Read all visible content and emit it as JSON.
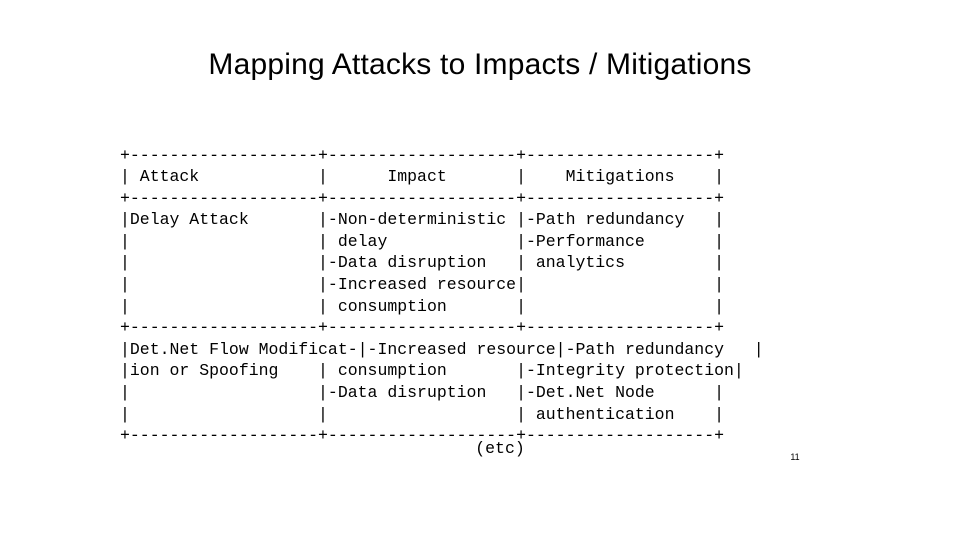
{
  "slide": {
    "title": "Mapping Attacks to Impacts / Mitigations",
    "page_number": "11",
    "etc_label": "(etc)",
    "table_text": "+-------------+-------------+--------------+\n|  Attack     |     Impact  |    Mitigations   |\n+-------------+-------------+--------------+",
    "ascii_table": "+------------+-------------+-------------+\n| Attack             |     Impact     |    Mitigations   |\n+------------+-------------+-------------+",
    "lines": [
      "+-------------+------------+------------+",
      "| Attack            |    Impact        |   Mitigations    |",
      "+-------------+------------+------------+",
      "|Delay Attack       |-Non-deterministic |-Path redundancy  |",
      "|                   | delay             |-Performance      |",
      "|                   |-Data disruption   | analytics        |",
      "|                   |-Increased resource|                  |",
      "|                   | consumption       |                  |",
      "+-------------+------------+------------+",
      "|Det.Net Flow Modificat-|-Increased resource|-Path redundancy  |",
      "|ion or Spoofing    | consumption       |-Integrity protection|",
      "|                   |-Data disruption   |-Det.Net Node     |",
      "|                   |                   | authentication   |",
      "+-------------+------------+------------+"
    ],
    "table": {
      "headers": [
        "Attack",
        "Impact",
        "Mitigations"
      ],
      "rows": [
        {
          "attack": [
            "Delay Attack"
          ],
          "impact": [
            "-Non-deterministic",
            " delay",
            "-Data disruption",
            "-Increased resource",
            " consumption"
          ],
          "mitigations": [
            "-Path redundancy",
            "-Performance",
            " analytics"
          ]
        },
        {
          "attack": [
            "Det.Net Flow Modificat-",
            "ion or Spoofing"
          ],
          "impact": [
            "-Increased resource",
            " consumption",
            "-Data disruption"
          ],
          "mitigations": [
            "-Path redundancy",
            "-Integrity protection",
            "-Det.Net Node",
            " authentication"
          ]
        }
      ]
    },
    "ascii": "+-------------------+-------------------+-------------------+\n| Attack            |      Impact       |    Mitigations    |\n+-------------------+-------------------+-------------------+\n|Delay Attack       |-Non-deterministic |-Path redundancy   |\n|                   | delay             |-Performance       |\n|                   |-Data disruption   | analytics         |\n|                   |-Increased resource|                   |\n|                   | consumption       |                   |\n+-------------------+-------------------+-------------------+\n|Det.Net Flow Modificat-|-Increased resource|-Path redundancy   |\n|ion or Spoofing    | consumption       |-Integrity protection|\n|                   |-Data disruption   |-Det.Net Node      |\n|                   |                   | authentication    |\n+-------------------+-------------------+-------------------+"
  }
}
